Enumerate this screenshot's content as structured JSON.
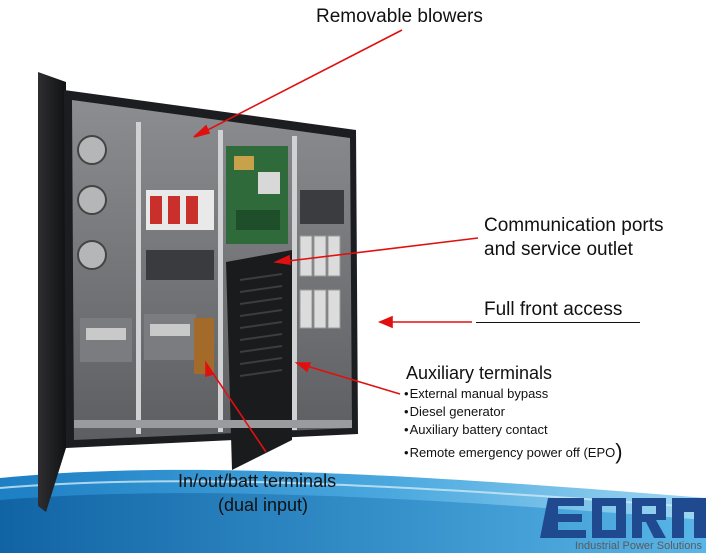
{
  "labels": {
    "blowers": "Removable blowers",
    "comm_line1": "Communication ports",
    "comm_line2": "and service outlet",
    "front_access": "Full front access",
    "aux_title": "Auxiliary terminals",
    "io_line1": "In/out/batt terminals",
    "io_line2": "(dual input)"
  },
  "aux_items": [
    "External manual bypass",
    "Diesel generator",
    "Auxiliary battery contact",
    "Remote emergency power off (EPO"
  ],
  "aux_closing_paren": ")",
  "brand": {
    "tagline": "Industrial Power Solutions",
    "logo_text": "BORRI",
    "logo_color": "#1f4a8f"
  },
  "colors": {
    "callout_line": "#e01010",
    "wave_dark": "#1d7fc4",
    "wave_light": "#7cc6ee",
    "cabinet": "#232427"
  }
}
